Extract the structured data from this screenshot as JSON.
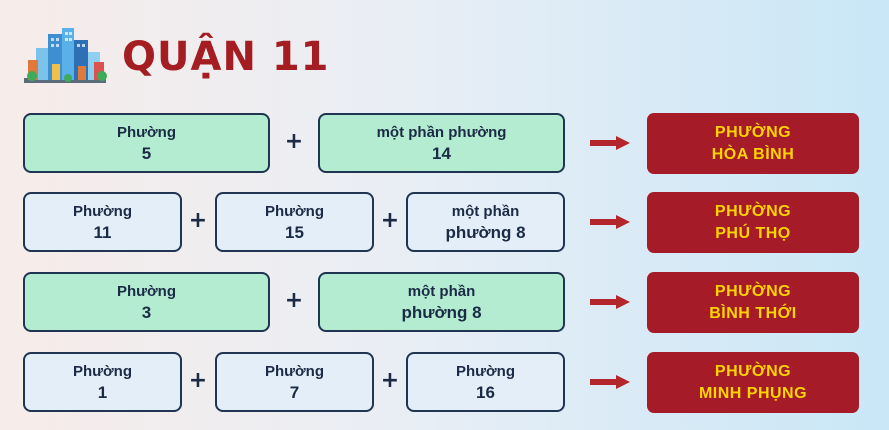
{
  "title": "QUẬN 11",
  "rows": [
    {
      "sources": [
        {
          "line1": "Phường",
          "line2": "5"
        },
        {
          "line1": "một phần phường",
          "line2": "14"
        }
      ],
      "result": {
        "line1": "PHƯỜNG",
        "line2": "HÒA BÌNH"
      }
    },
    {
      "sources": [
        {
          "line1": "Phường",
          "line2": "11"
        },
        {
          "line1": "Phường",
          "line2": "15"
        },
        {
          "line1": "một phần",
          "line2": "phường 8"
        }
      ],
      "result": {
        "line1": "PHƯỜNG",
        "line2": "PHÚ THỌ"
      }
    },
    {
      "sources": [
        {
          "line1": "Phường",
          "line2": "3"
        },
        {
          "line1": "một phần",
          "line2": "phường 8"
        }
      ],
      "result": {
        "line1": "PHƯỜNG",
        "line2": "BÌNH THỚI"
      }
    },
    {
      "sources": [
        {
          "line1": "Phường",
          "line2": "1"
        },
        {
          "line1": "Phường",
          "line2": "7"
        },
        {
          "line1": "Phường",
          "line2": "16"
        }
      ],
      "result": {
        "line1": "PHƯỜNG",
        "line2": "MINH PHỤNG"
      }
    }
  ],
  "plus_symbol": "+",
  "colors": {
    "title": "#a31d23",
    "result_bg": "#a51b28",
    "result_text": "#ffd400",
    "arrow": "#b3262c",
    "box_green": "#b3ecd1",
    "box_blue": "#e3eef9",
    "box_border": "#1f3552"
  },
  "icons": {
    "logo": "city-skyline-icon",
    "arrow": "right-arrow-icon"
  }
}
